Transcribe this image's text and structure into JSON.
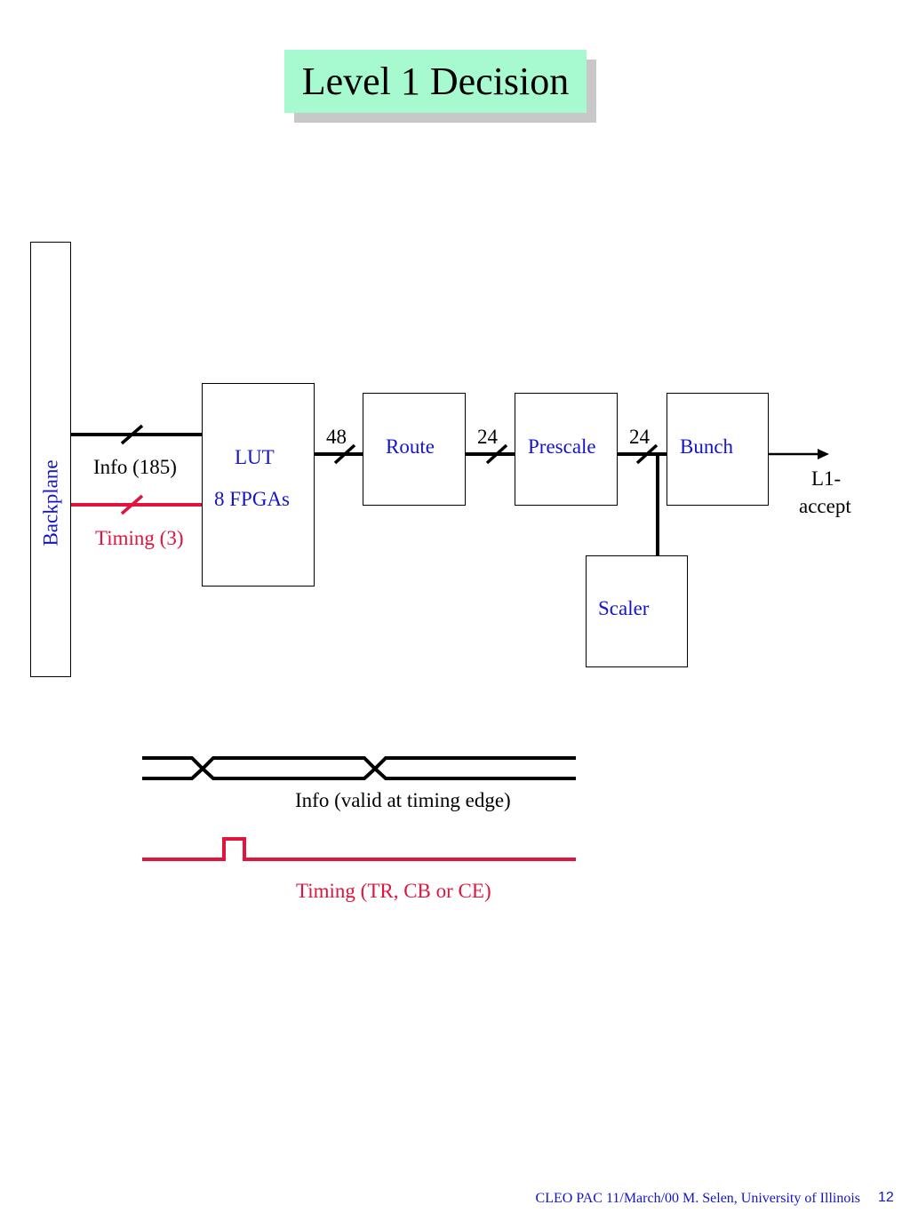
{
  "title": "Level 1 Decision",
  "backplane": {
    "label": "Backplane"
  },
  "inputs": {
    "info": "Info (185)",
    "timing": "Timing (3)"
  },
  "blocks": {
    "lut_line1": "LUT",
    "lut_line2": "8 FPGAs",
    "route": "Route",
    "prescale": "Prescale",
    "bunch": "Bunch",
    "scaler": "Scaler"
  },
  "bus_widths": {
    "lut_to_route": "48",
    "route_to_prescale": "24",
    "prescale_to_bunch": "24"
  },
  "output": {
    "line1": "L1-",
    "line2": "accept"
  },
  "legend": {
    "info": "Info (valid at timing edge)",
    "timing": "Timing (TR, CB or CE)"
  },
  "footer": {
    "credit": "CLEO PAC  11/March/00  M. Selen, University of Illinois",
    "page": "12"
  },
  "colors": {
    "title_bg": "#a7fad0",
    "block_text": "#1414c8",
    "timing": "#e0143c",
    "line": "#000000"
  }
}
